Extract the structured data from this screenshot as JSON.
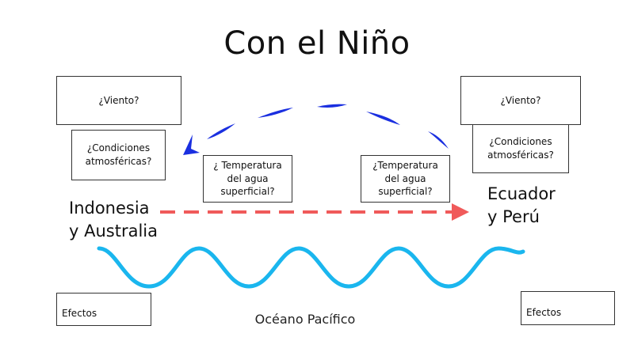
{
  "title": "Con el Niño",
  "left": {
    "wind": "¿Viento?",
    "conditions": "¿Condiciones\natmosféricas?",
    "temperature": "¿ Temperatura\ndel agua\nsuperficial?",
    "place": "Indonesia\ny Australia",
    "effects": "Efectos"
  },
  "right": {
    "wind": "¿Viento?",
    "conditions": "¿Condiciones\natmosféricas?",
    "temperature": "¿Temperatura\ndel agua\nsuperficial?",
    "place": "Ecuador\ny Perú",
    "effects": "Efectos"
  },
  "ocean_label": "Océano Pacífico",
  "colors": {
    "wind_arrow": "#1a2fe0",
    "current_arrow": "#f05a5a",
    "ocean_wave": "#1ab6ee"
  }
}
